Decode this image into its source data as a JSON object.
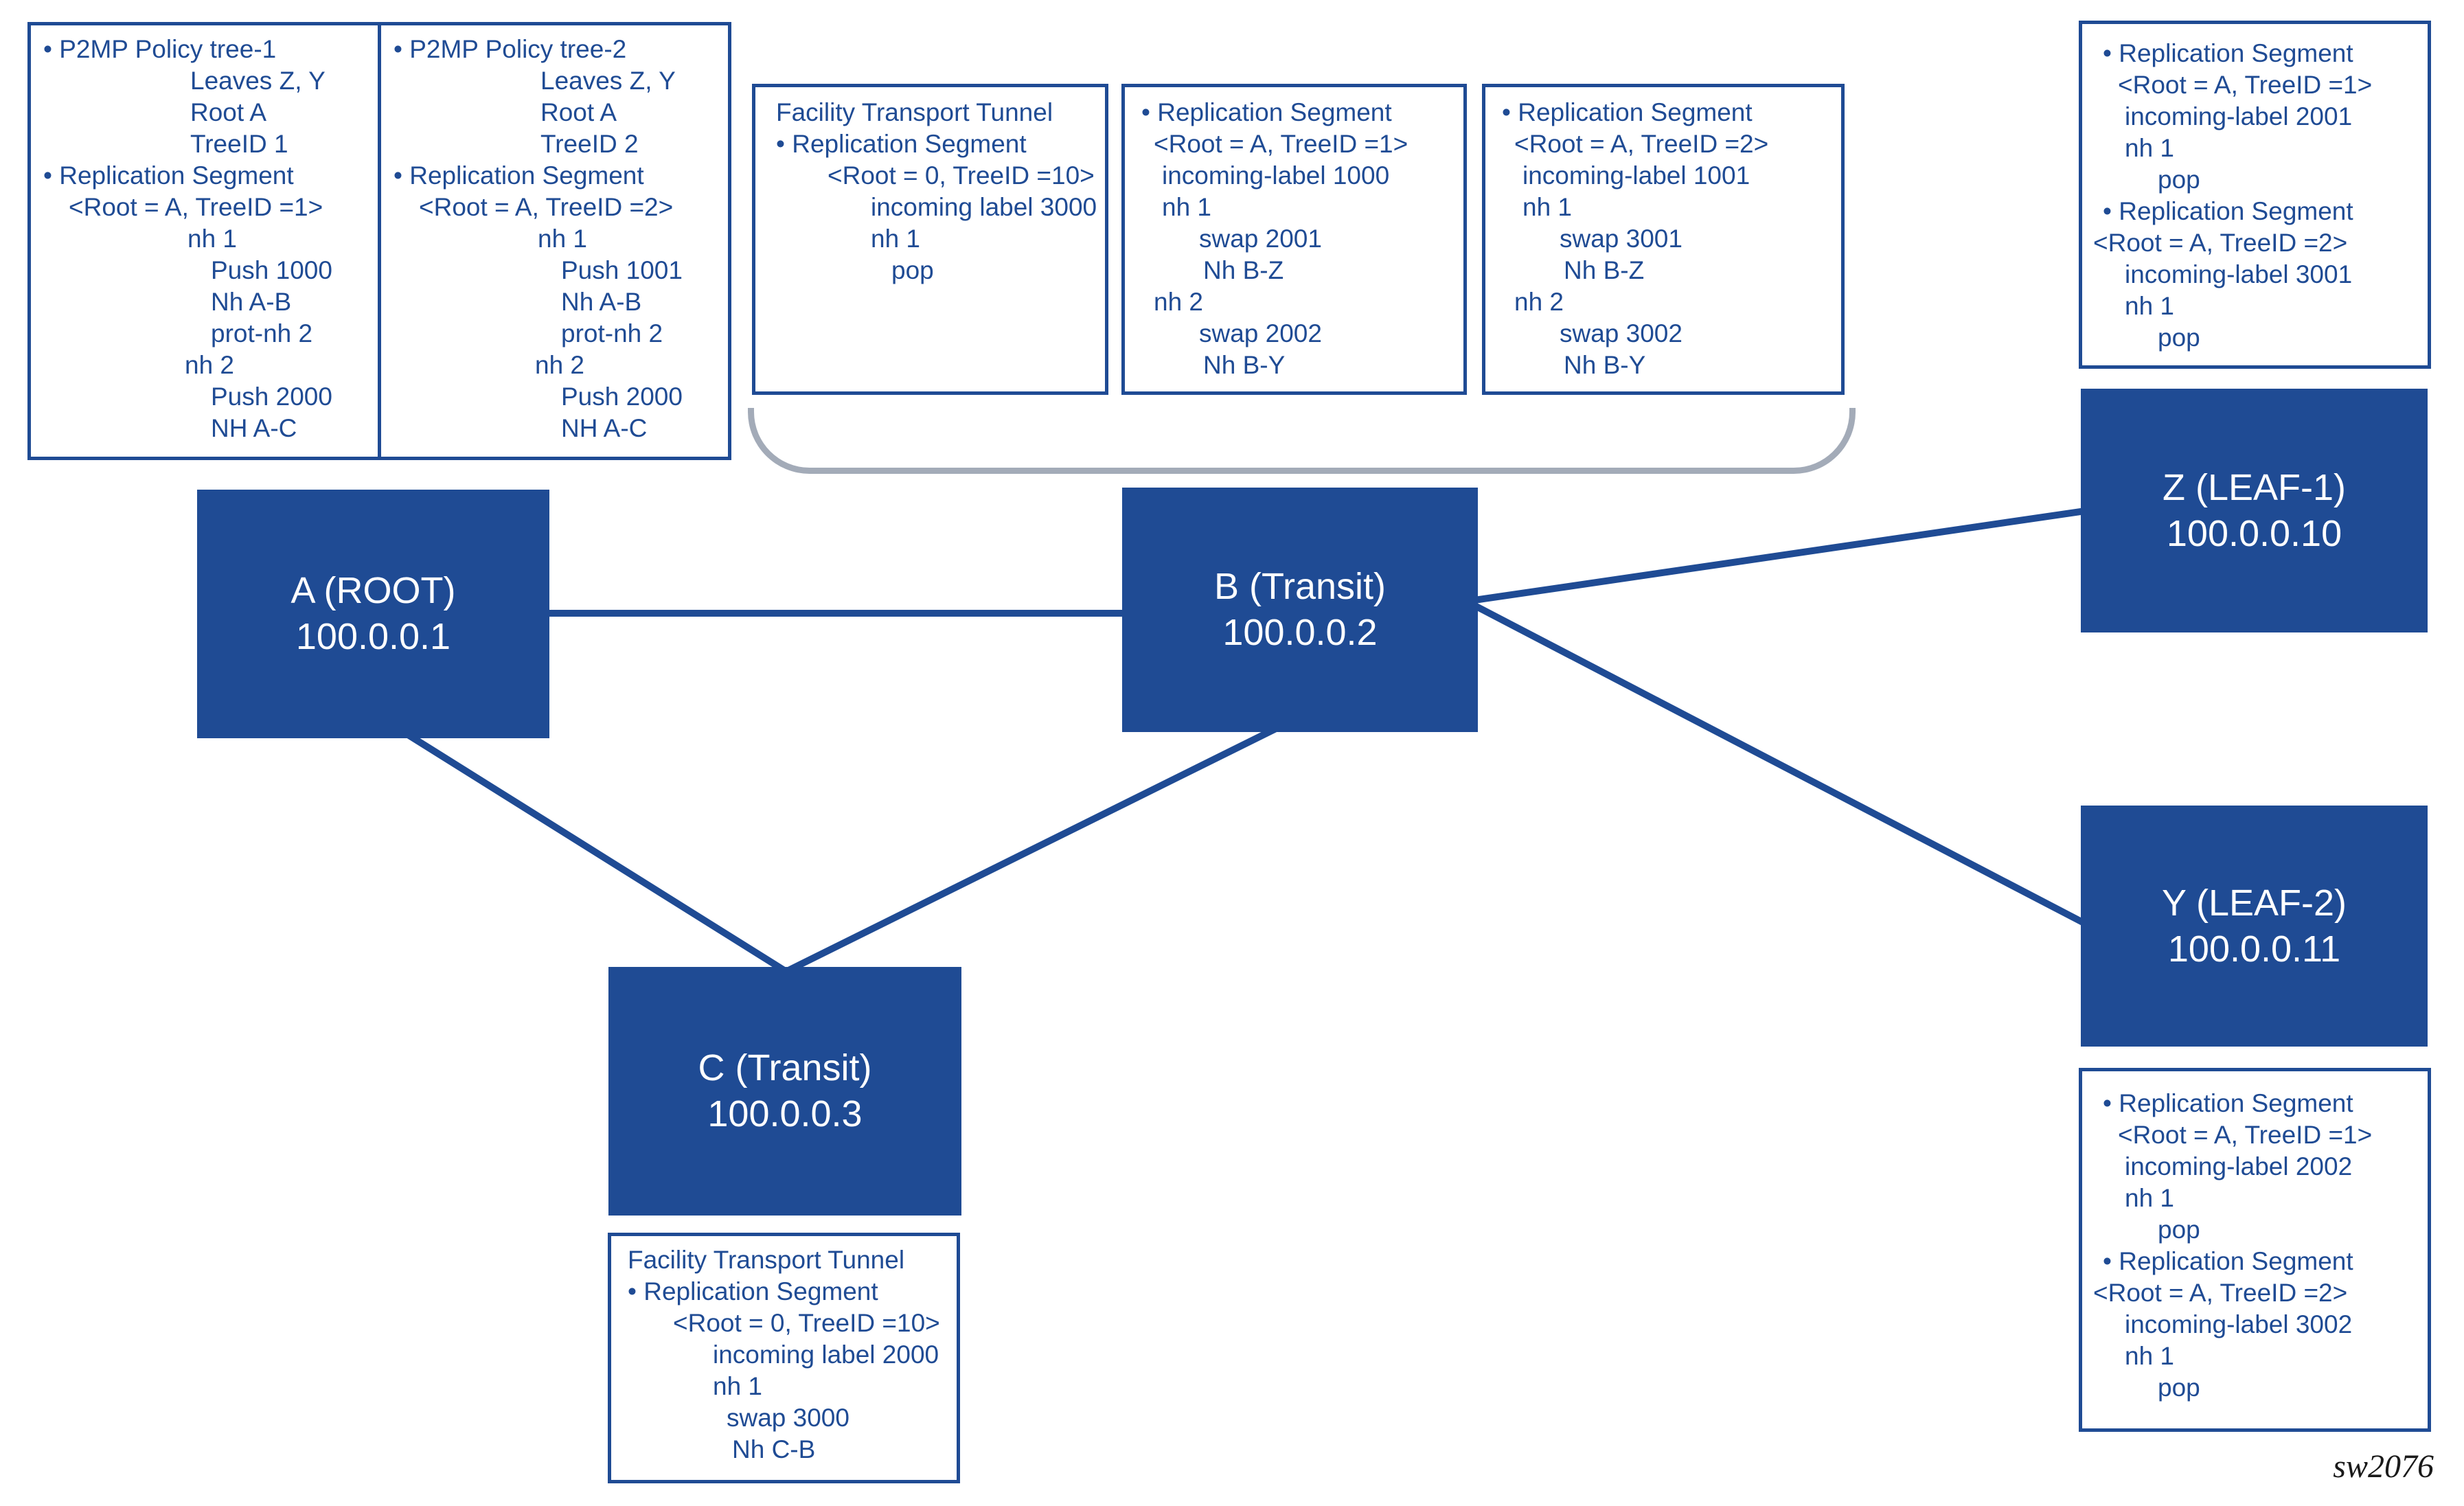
{
  "colors": {
    "blue": "#1F4B94",
    "gray": "#A3ABB8",
    "ink": "#1a1a1a"
  },
  "watermark": "sw2076",
  "nodes": {
    "a": {
      "name": "A (ROOT)",
      "ip": "100.0.0.1"
    },
    "b": {
      "name": "B (Transit)",
      "ip": "100.0.0.2"
    },
    "c": {
      "name": "C (Transit)",
      "ip": "100.0.0.3"
    },
    "z": {
      "name": "Z (LEAF-1)",
      "ip": "100.0.0.10"
    },
    "y": {
      "name": "Y (LEAF-2)",
      "ip": "100.0.0.11"
    }
  },
  "edges": [
    {
      "from": "A",
      "to": "B"
    },
    {
      "from": "A",
      "to": "C"
    },
    {
      "from": "C",
      "to": "B"
    },
    {
      "from": "B",
      "to": "Z"
    },
    {
      "from": "B",
      "to": "Y"
    }
  ],
  "boxes": {
    "policy1": {
      "lines": [
        {
          "text": "• P2MP Policy tree-1",
          "ind": 18
        },
        {
          "text": "Leaves Z, Y",
          "ind": 232
        },
        {
          "text": "Root A",
          "ind": 232
        },
        {
          "text": "TreeID 1",
          "ind": 232
        },
        {
          "text": "• Replication Segment",
          "ind": 18
        },
        {
          "text": "<Root = A, TreeID =1>",
          "ind": 55
        },
        {
          "text": "nh 1",
          "ind": 228
        },
        {
          "text": "Push 1000",
          "ind": 262
        },
        {
          "text": "Nh A-B",
          "ind": 262
        },
        {
          "text": "prot-nh 2",
          "ind": 262
        },
        {
          "text": "nh 2",
          "ind": 224
        },
        {
          "text": "Push 2000",
          "ind": 262
        },
        {
          "text": "NH A-C",
          "ind": 262
        }
      ]
    },
    "policy2": {
      "lines": [
        {
          "text": "• P2MP Policy tree-2",
          "ind": 18
        },
        {
          "text": "Leaves Z, Y",
          "ind": 232
        },
        {
          "text": "Root A",
          "ind": 232
        },
        {
          "text": "TreeID 2",
          "ind": 232
        },
        {
          "text": "• Replication Segment",
          "ind": 18
        },
        {
          "text": "<Root = A, TreeID =2>",
          "ind": 55
        },
        {
          "text": "nh 1",
          "ind": 228
        },
        {
          "text": "Push 1001",
          "ind": 262
        },
        {
          "text": "Nh A-B",
          "ind": 262
        },
        {
          "text": "prot-nh 2",
          "ind": 262
        },
        {
          "text": "nh 2",
          "ind": 224
        },
        {
          "text": "Push 2000",
          "ind": 262
        },
        {
          "text": "NH A-C",
          "ind": 262
        }
      ]
    },
    "facility_b": {
      "lines": [
        {
          "text": "Facility Transport Tunnel",
          "ind": 30
        },
        {
          "text": "• Replication Segment",
          "ind": 30
        },
        {
          "text": "<Root = 0, TreeID =10>",
          "ind": 105
        },
        {
          "text": "incoming label 3000",
          "ind": 168
        },
        {
          "text": "nh 1",
          "ind": 168
        },
        {
          "text": "pop",
          "ind": 198
        }
      ]
    },
    "repl_b1": {
      "lines": [
        {
          "text": "• Replication Segment",
          "ind": 24
        },
        {
          "text": "<Root = A, TreeID =1>",
          "ind": 42
        },
        {
          "text": "incoming-label 1000",
          "ind": 54
        },
        {
          "text": "nh 1",
          "ind": 54
        },
        {
          "text": "swap 2001",
          "ind": 108
        },
        {
          "text": "Nh B-Z",
          "ind": 114
        },
        {
          "text": "nh 2",
          "ind": 42
        },
        {
          "text": "swap 2002",
          "ind": 108
        },
        {
          "text": "Nh B-Y",
          "ind": 114
        }
      ]
    },
    "repl_b2": {
      "lines": [
        {
          "text": "• Replication Segment",
          "ind": 24
        },
        {
          "text": "<Root = A, TreeID =2>",
          "ind": 42
        },
        {
          "text": "incoming-label 1001",
          "ind": 54
        },
        {
          "text": "nh 1",
          "ind": 54
        },
        {
          "text": "swap 3001",
          "ind": 108
        },
        {
          "text": "Nh B-Z",
          "ind": 114
        },
        {
          "text": "nh 2",
          "ind": 42
        },
        {
          "text": "swap 3002",
          "ind": 108
        },
        {
          "text": "Nh B-Y",
          "ind": 114
        }
      ]
    },
    "leaf_z": {
      "lines": [
        {
          "text": "• Replication Segment",
          "ind": 30
        },
        {
          "text": "<Root = A, TreeID =1>",
          "ind": 52
        },
        {
          "text": "incoming-label 2001",
          "ind": 62
        },
        {
          "text": "nh 1",
          "ind": 62
        },
        {
          "text": "pop",
          "ind": 110
        },
        {
          "text": "• Replication Segment",
          "ind": 30
        },
        {
          "text": "<Root = A, TreeID =2>",
          "ind": 16
        },
        {
          "text": "incoming-label 3001",
          "ind": 62
        },
        {
          "text": "nh 1",
          "ind": 62
        },
        {
          "text": "pop",
          "ind": 110
        }
      ]
    },
    "leaf_y": {
      "lines": [
        {
          "text": "• Replication Segment",
          "ind": 30
        },
        {
          "text": "<Root = A, TreeID =1>",
          "ind": 52
        },
        {
          "text": "incoming-label 2002",
          "ind": 62
        },
        {
          "text": "nh 1",
          "ind": 62
        },
        {
          "text": "pop",
          "ind": 110
        },
        {
          "text": "• Replication Segment",
          "ind": 30
        },
        {
          "text": "<Root = A, TreeID =2>",
          "ind": 16
        },
        {
          "text": "incoming-label 3002",
          "ind": 62
        },
        {
          "text": "nh 1",
          "ind": 62
        },
        {
          "text": "pop",
          "ind": 110
        }
      ]
    },
    "facility_c": {
      "lines": [
        {
          "text": "Facility Transport Tunnel",
          "ind": 24
        },
        {
          "text": "• Replication Segment",
          "ind": 24
        },
        {
          "text": "<Root = 0, TreeID =10>",
          "ind": 90
        },
        {
          "text": "incoming label 2000",
          "ind": 148
        },
        {
          "text": "nh 1",
          "ind": 148
        },
        {
          "text": "swap 3000",
          "ind": 168
        },
        {
          "text": "Nh C-B",
          "ind": 176
        }
      ]
    }
  }
}
